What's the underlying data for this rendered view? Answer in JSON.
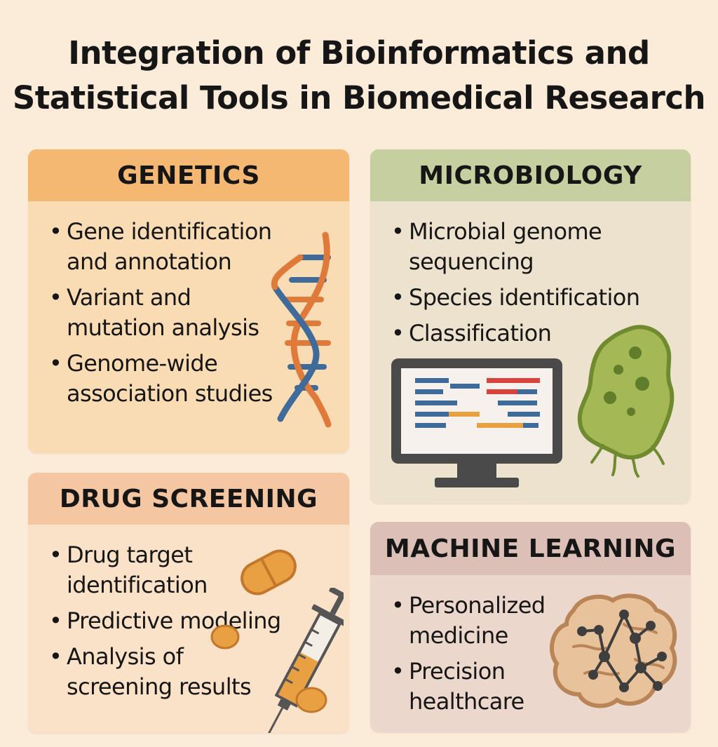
{
  "title": {
    "line1": "Integration of Bioinformatics and",
    "line2": "Statistical Tools in Biomedical Research"
  },
  "sections": {
    "genetics": {
      "heading": "GENETICS",
      "color": "#f4b872",
      "icon": "dna-icon",
      "items": [
        {
          "l1": "Gene identification",
          "l2": "and annotation"
        },
        {
          "l1": "Variant and",
          "l2": "mutation analysis"
        },
        {
          "l1": "Genome-wide",
          "l2": "association studies"
        }
      ]
    },
    "microbiology": {
      "heading": "MICROBIOLOGY",
      "color": "#c6cf9f",
      "icons": [
        "computer-monitor-icon",
        "bacterium-icon"
      ],
      "items": [
        {
          "l1": "Microbial genome",
          "l2": "sequencing"
        },
        {
          "l1": "Species identification",
          "l2": ""
        },
        {
          "l1": "Classification",
          "l2": ""
        }
      ]
    },
    "drug_screening": {
      "heading": "DRUG SCREENING",
      "color": "#f5c6a2",
      "icons": [
        "pill-icon",
        "syringe-icon"
      ],
      "items": [
        {
          "l1": "Drug target",
          "l2": "identification"
        },
        {
          "l1": "Predictive modeling",
          "l2": ""
        },
        {
          "l1": "Analysis of",
          "l2": "screening results"
        }
      ]
    },
    "machine_learning": {
      "heading": "MACHINE LEARNING",
      "color": "#dcc0b7",
      "icon": "brain-network-icon",
      "items": [
        {
          "l1": "Personalized",
          "l2": "medicine"
        },
        {
          "l1": "Precision",
          "l2": "healthcare"
        }
      ]
    }
  }
}
